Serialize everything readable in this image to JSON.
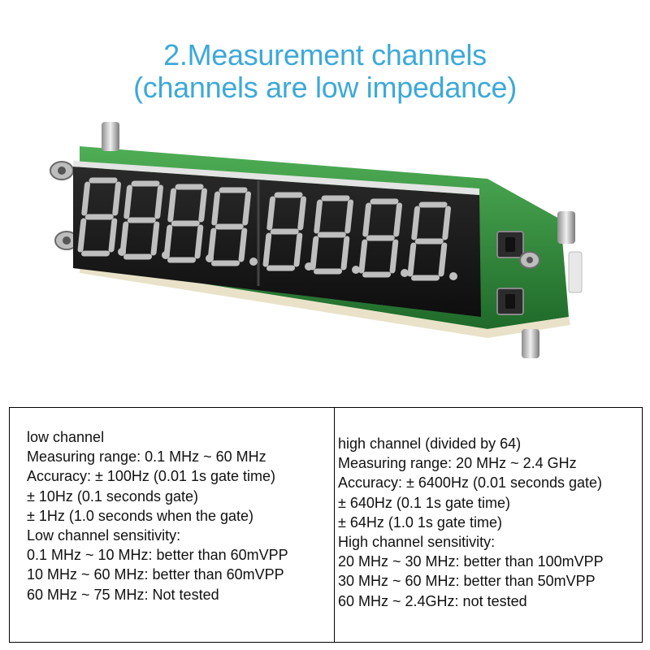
{
  "header": {
    "title_line1": "2.Measurement channels",
    "title_line2": "(channels are low impedance)"
  },
  "product": {
    "description": "8-digit LED frequency counter module with green PCB, standoffs and two push buttons",
    "display_color": "#c8c8c8",
    "pcb_color": "#2f8a3a"
  },
  "specs": {
    "low_channel": [
      "low channel",
      "Measuring range: 0.1 MHz ~ 60 MHz",
      "Accuracy: ± 100Hz (0.01 1s gate time)",
      "± 10Hz (0.1 seconds gate)",
      "± 1Hz (1.0 seconds when the gate)",
      "Low channel sensitivity:",
      "0.1 MHz ~ 10 MHz: better than 60mVPP",
      "10 MHz ~ 60 MHz: better than 60mVPP",
      "60 MHz ~ 75 MHz: Not tested"
    ],
    "high_channel": [
      "high channel (divided by 64)",
      "Measuring range: 20 MHz ~ 2.4 GHz",
      "Accuracy: ± 6400Hz (0.01 seconds gate)",
      "± 640Hz (0.1 1s gate time)",
      "± 64Hz (1.0 1s gate time)",
      "High channel sensitivity:",
      "20 MHz ~ 30 MHz: better than 100mVPP",
      "30 MHz ~ 60 MHz: better than 50mVPP",
      "60 MHz ~ 2.4GHz: not tested"
    ]
  }
}
